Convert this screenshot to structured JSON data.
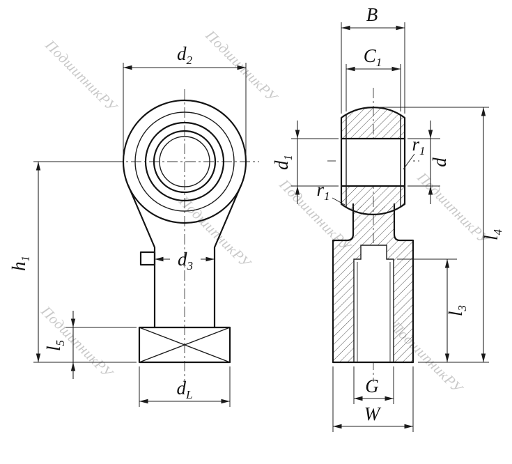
{
  "watermark": {
    "text": "ПодшипникРУ"
  },
  "colors": {
    "line": "#141414",
    "dim": "#222222",
    "hatch": "#3d3d3d",
    "watermark": "#c9c9c9",
    "background": "#ffffff"
  },
  "labels": {
    "d2": {
      "main": "d",
      "sub": "2"
    },
    "h1": {
      "main": "h",
      "sub": "1"
    },
    "d3": {
      "main": "d",
      "sub": "3"
    },
    "l5": {
      "main": "l",
      "sub": "5"
    },
    "dL": {
      "main": "d",
      "sub": "L"
    },
    "B": {
      "main": "B"
    },
    "C1": {
      "main": "C",
      "sub": "1"
    },
    "d1": {
      "main": "d",
      "sub": "1"
    },
    "r1": {
      "main": "r",
      "sub": "1"
    },
    "d": {
      "main": "d"
    },
    "l4": {
      "main": "l",
      "sub": "4"
    },
    "l3": {
      "main": "l",
      "sub": "3"
    },
    "G": {
      "main": "G"
    },
    "W": {
      "main": "W"
    }
  }
}
